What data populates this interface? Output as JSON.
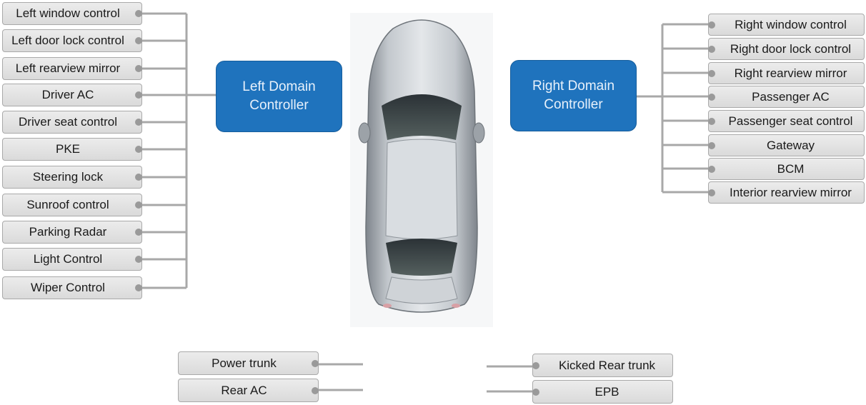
{
  "left_controller": {
    "line1": "Left Domain",
    "line2": "Controller"
  },
  "right_controller": {
    "line1": "Right Domain",
    "line2": "Controller"
  },
  "left_items": [
    "Left window control",
    "Left door lock control",
    "Left rearview mirror",
    "Driver AC",
    "Driver seat control",
    "PKE",
    "Steering lock",
    "Sunroof control",
    "Parking Radar",
    "Light Control",
    "Wiper Control"
  ],
  "right_items": [
    "Right window control",
    "Right door lock control",
    "Right rearview mirror",
    "Passenger AC",
    "Passenger seat control",
    "Gateway",
    "BCM",
    "Interior rearview mirror"
  ],
  "bottom_left_items": [
    "Power trunk",
    "Rear AC"
  ],
  "bottom_right_items": [
    "Kicked Rear trunk",
    "EPB"
  ],
  "colors": {
    "controller": "#1f73bd",
    "box": "#dcdcdc",
    "wire": "#a8a8a8",
    "car_body": "#b9bec4"
  }
}
